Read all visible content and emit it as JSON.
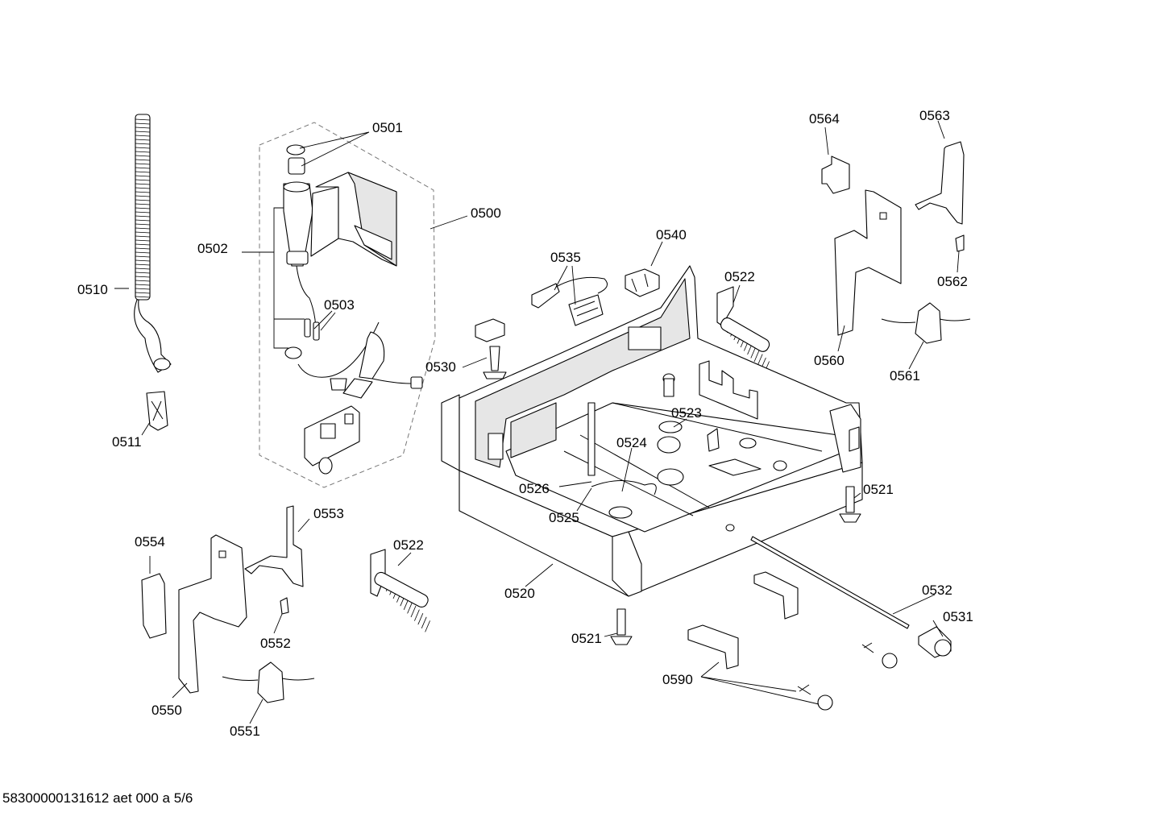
{
  "labels": {
    "l0501": "0501",
    "l0502": "0502",
    "l0500": "0500",
    "l0503": "0503",
    "l0510": "0510",
    "l0511": "0511",
    "l0535": "0535",
    "l0540": "0540",
    "l0522a": "0522",
    "l0530": "0530",
    "l0564": "0564",
    "l0563": "0563",
    "l0562": "0562",
    "l0560": "0560",
    "l0561": "0561",
    "l0523": "0523",
    "l0524": "0524",
    "l0526": "0526",
    "l0525": "0525",
    "l0521a": "0521",
    "l0553": "0553",
    "l0554": "0554",
    "l0522b": "0522",
    "l0520": "0520",
    "l0552": "0552",
    "l0550": "0550",
    "l0551": "0551",
    "l0521b": "0521",
    "l0532": "0532",
    "l0531": "0531",
    "l0590": "0590"
  },
  "footer": "58300000131612 aet 000 a 5/6"
}
